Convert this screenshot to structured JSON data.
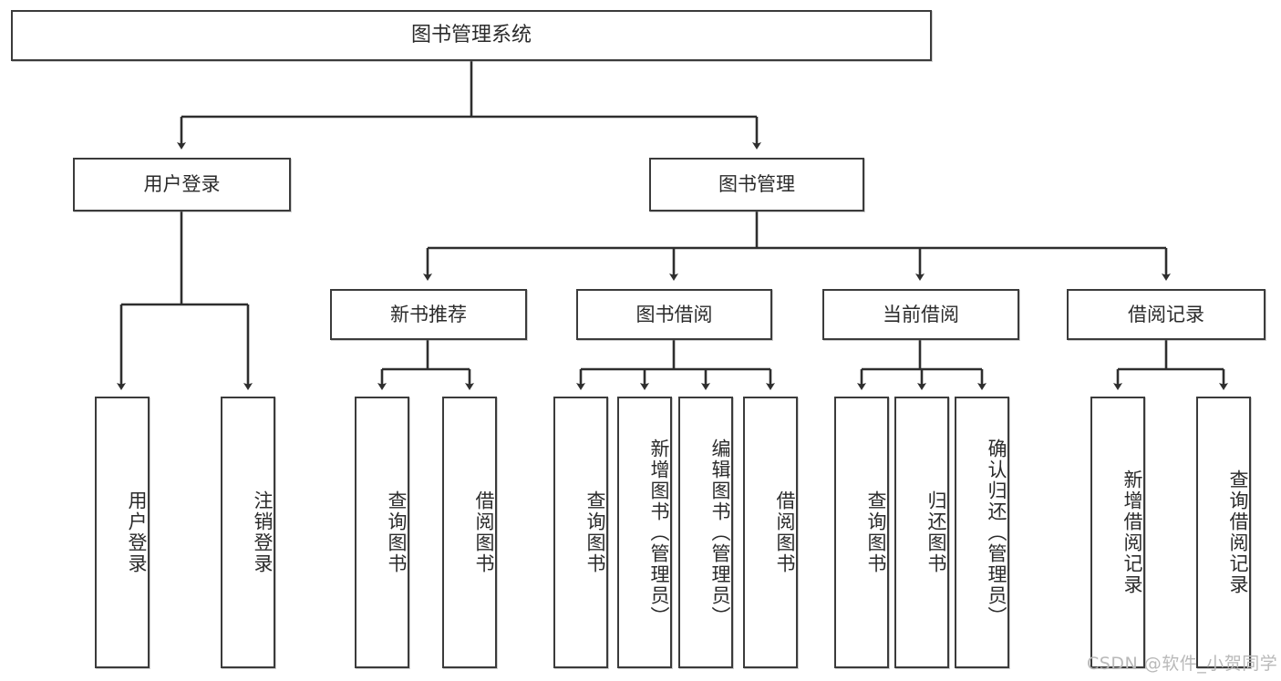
{
  "diagram": {
    "title": "图书管理系统",
    "type": "tree",
    "root": {
      "label": "图书管理系统"
    },
    "level2": [
      {
        "label": "用户登录"
      },
      {
        "label": "图书管理"
      }
    ],
    "level3": [
      {
        "label": "新书推荐"
      },
      {
        "label": "图书借阅"
      },
      {
        "label": "当前借阅"
      },
      {
        "label": "借阅记录"
      }
    ],
    "leaves": {
      "user_login": [
        {
          "label": "用户登录"
        },
        {
          "label": "注销登录"
        }
      ],
      "new_book_recommend": [
        {
          "label": "查询图书"
        },
        {
          "label": "借阅图书"
        }
      ],
      "book_borrow": [
        {
          "label": "查询图书"
        },
        {
          "label": "新增图书（管理员）"
        },
        {
          "label": "编辑图书（管理员）"
        },
        {
          "label": "借阅图书"
        }
      ],
      "current_borrow": [
        {
          "label": "查询图书"
        },
        {
          "label": "归还图书"
        },
        {
          "label": "确认归还（管理员）"
        }
      ],
      "borrow_record": [
        {
          "label": "新增借阅记录"
        },
        {
          "label": "查询借阅记录"
        }
      ]
    }
  },
  "watermark": {
    "text": "CSDN @软件_小贺同学"
  },
  "colors": {
    "stroke": "#3b3b3b",
    "text": "#2b2b2b",
    "background": "#ffffff",
    "watermark": "#b9b9b9"
  }
}
